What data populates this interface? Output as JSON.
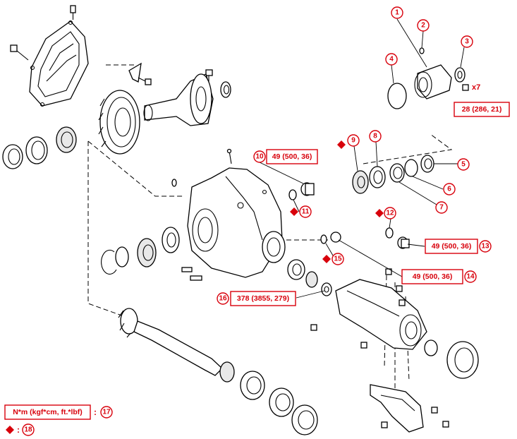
{
  "callouts": [
    "1",
    "2",
    "3",
    "4",
    "5",
    "6",
    "7",
    "8",
    "9",
    "10",
    "11",
    "12",
    "13",
    "14",
    "15",
    "16",
    "17",
    "18"
  ],
  "torque_specs": {
    "spec_1": "28 (286, 21)",
    "spec_10": "49 (500, 36)",
    "spec_13": "49 (500, 36)",
    "spec_14": "49 (500, 36)",
    "spec_16": "378 (3855, 279)"
  },
  "quantity": "x7",
  "legend": {
    "torque_unit": "N*m (kgf*cm, ft.*lbf)",
    "separator": ":"
  },
  "colors": {
    "accent": "#d8000b",
    "line": "#000000"
  }
}
